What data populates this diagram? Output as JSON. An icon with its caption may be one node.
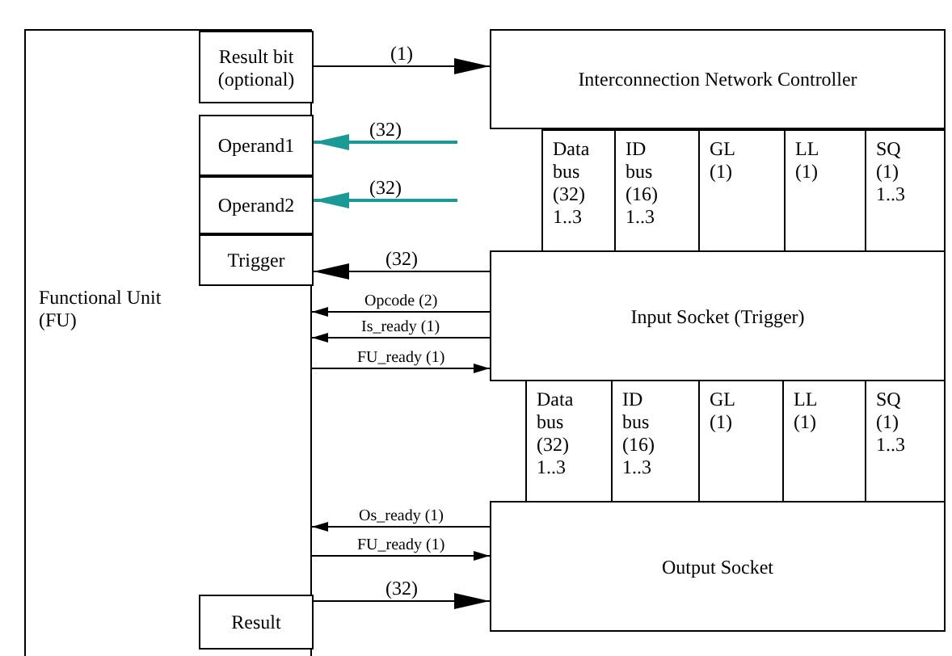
{
  "diagram": {
    "nodes": [
      {
        "text": [
          "Functional Unit (FU)"
        ]
      },
      {
        "text": [
          "Result bit (optional)"
        ],
        "in": 0
      },
      {
        "text": [
          "Operand1"
        ],
        "in": 0
      },
      {
        "text": [
          "Operand2"
        ],
        "in": 0
      },
      {
        "text": [
          "Trigger"
        ],
        "in": 0
      },
      {
        "text": [
          "Result"
        ],
        "in": 0
      },
      {
        "text": [
          "Interconnection Network Controller"
        ]
      },
      {
        "text": [
          "Data bus (32) 1..3"
        ]
      },
      {
        "text": [
          "ID bus (16) 1..3"
        ]
      },
      {
        "text": [
          "GL (1)"
        ]
      },
      {
        "text": [
          "LL (1)"
        ]
      },
      {
        "text": [
          "SQ (1) 1..3"
        ]
      },
      {
        "text": [
          "Input Socket (Trigger)"
        ]
      },
      {
        "text": [
          "Data bus (32) 1..3"
        ]
      },
      {
        "text": [
          "ID bus (16) 1..3"
        ]
      },
      {
        "text": [
          "GL (1)"
        ]
      },
      {
        "text": [
          "LL (1)"
        ]
      },
      {
        "text": [
          "SQ (1) 1..3"
        ]
      },
      {
        "text": [
          "Output Socket"
        ]
      }
    ],
    "edges": [
      {
        "from": 1,
        "to": 6,
        "arrow": "to",
        "label": "(1)"
      },
      {
        "from": null,
        "to": 2,
        "arrow": "to",
        "label": "(32)",
        "color": "#1a9a96"
      },
      {
        "from": null,
        "to": 3,
        "arrow": "to",
        "label": "(32)",
        "color": "#1a9a96"
      },
      {
        "from": 12,
        "to": 4,
        "arrow": "to",
        "label": "(32)"
      },
      {
        "from": 12,
        "to": 0,
        "arrow": "to",
        "label": "Opcode (2)"
      },
      {
        "from": 12,
        "to": 0,
        "arrow": "to",
        "label": "Is_ready (1)"
      },
      {
        "from": 0,
        "to": 12,
        "arrow": "to",
        "label": "FU_ready (1)"
      },
      {
        "from": 18,
        "to": 0,
        "arrow": "to",
        "label": "Os_ready (1)"
      },
      {
        "from": 0,
        "to": 18,
        "arrow": "to",
        "label": "FU_ready (1)"
      },
      {
        "from": 5,
        "to": 18,
        "arrow": "to",
        "label": "(32)"
      }
    ]
  }
}
